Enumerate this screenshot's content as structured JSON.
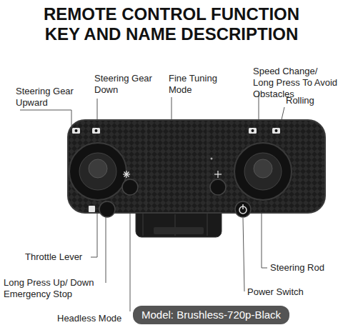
{
  "diagram": {
    "title": "REMOTE CONTROL FUNCTION KEY AND NAME DESCRIPTION",
    "labels": [
      "Steering Gear Upward",
      "Steering Gear Down",
      "Fine Tuning Mode",
      "Speed Change/ Long Press To Avoid Obstacles",
      "Rolling",
      "Throttle Lever",
      "Long Press Up/ Down Emergency Stop",
      "Headless Mode",
      "Steering Rod",
      "Power Switch",
      "Model: Brushless-720p-Black"
    ]
  }
}
